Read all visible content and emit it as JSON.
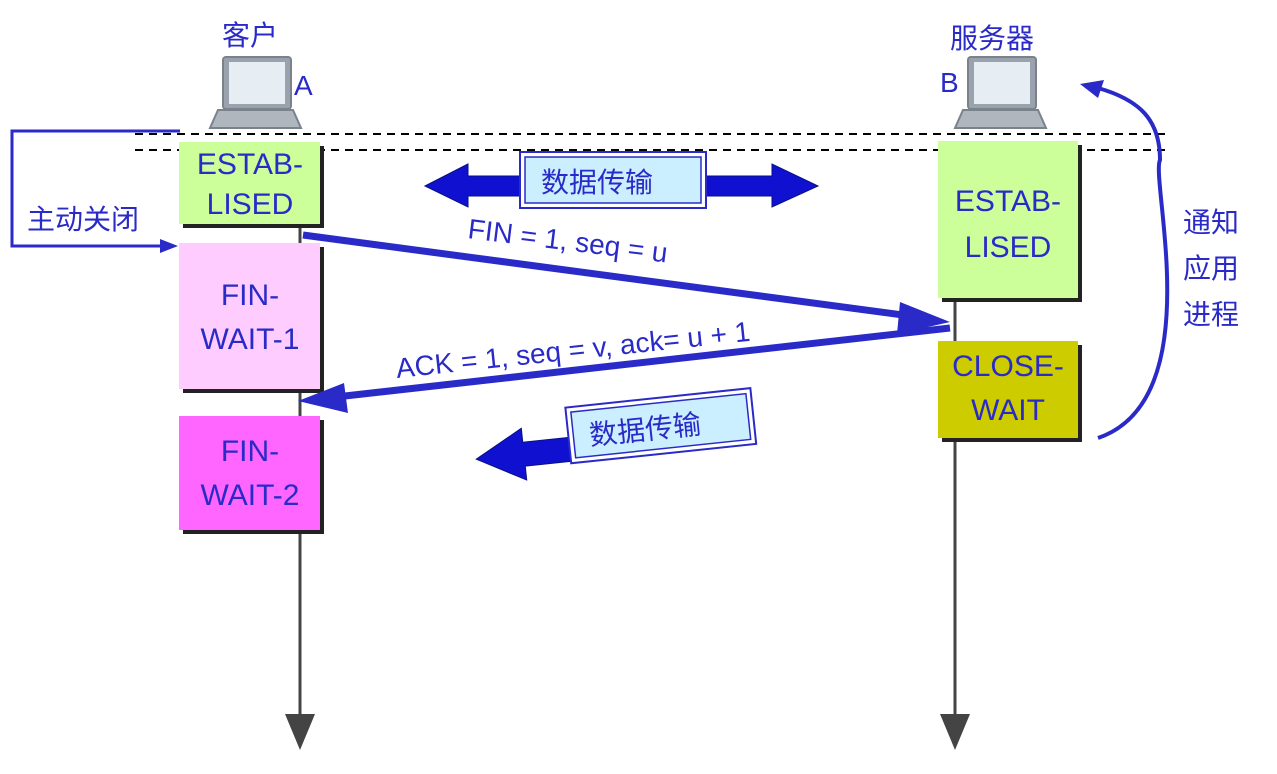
{
  "client": {
    "label": "客户",
    "letter": "A",
    "states": [
      {
        "name": "ESTAB- LISED",
        "line1": "ESTAB-",
        "line2": "LISED",
        "color": "#ccff99"
      },
      {
        "name": "FIN- WAIT-1",
        "line1": "FIN-",
        "line2": "WAIT-1",
        "color": "#ffccff"
      },
      {
        "name": "FIN- WAIT-2",
        "line1": "FIN-",
        "line2": "WAIT-2",
        "color": "#ff66ff"
      }
    ],
    "active_close_label": "主动关闭"
  },
  "server": {
    "label": "服务器",
    "letter": "B",
    "states": [
      {
        "name": "ESTAB- LISED",
        "line1": "ESTAB-",
        "line2": "LISED",
        "color": "#ccff99"
      },
      {
        "name": "CLOSE- WAIT",
        "line1": "CLOSE-",
        "line2": "WAIT",
        "color": "#cccc00"
      }
    ],
    "notify_label": {
      "line1": "通知",
      "line2": "应用",
      "line3": "进程"
    }
  },
  "messages": {
    "fin": "FIN = 1, seq = u",
    "ack": "ACK = 1, seq = v, ack= u + 1"
  },
  "data_transfer": {
    "both_way": "数据传输",
    "one_way": "数据传输"
  },
  "colors": {
    "accent": "#2a2ac8",
    "arrow_fill": "#1010d0",
    "label_box_bg": "#ccefff"
  }
}
